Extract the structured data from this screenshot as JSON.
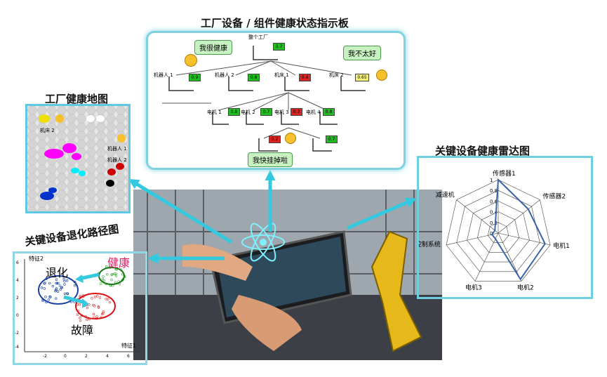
{
  "titles": {
    "tree": "工厂设备 / 组件健康状态指示板",
    "heatmap": "工厂健康地图",
    "path": "关键设备退化路径图",
    "radar": "关键设备健康雷达图"
  },
  "tree": {
    "root": {
      "label": "整个工厂",
      "value": "0.7",
      "color": "#22bb22"
    },
    "level1": [
      {
        "label": "机器人 1",
        "value": "0.9",
        "color": "#22bb22"
      },
      {
        "label": "机器人 2",
        "value": "0.8",
        "color": "#22bb22"
      },
      {
        "label": "机床 1",
        "value": "0.4",
        "color": "#dd2222"
      },
      {
        "label": "机床 2",
        "value": "0.65",
        "color": "#f5f07a"
      }
    ],
    "level2": [
      {
        "label": "电机 1",
        "value": "0.8",
        "color": "#22bb22"
      },
      {
        "label": "电机 2",
        "value": "0.7",
        "color": "#22bb22"
      },
      {
        "label": "电机 3",
        "value": "0.3",
        "color": "#dd2222"
      },
      {
        "label": "电机 4",
        "value": "0.8",
        "color": "#22bb22"
      }
    ],
    "level3": [
      {
        "value": "0.2",
        "color": "#dd2222"
      },
      {
        "value": "0.7",
        "color": "#22bb22"
      }
    ],
    "bubbles": {
      "healthy": "我很健康",
      "unwell": "我不太好",
      "dying": "我快挂掉啦"
    }
  },
  "heatmap": {
    "labels": [
      "机床 2",
      "机器人 1",
      "机器人 2"
    ]
  },
  "path": {
    "labels": {
      "degrade": "退化",
      "healthy": "健康",
      "fault": "故障",
      "f1": "特征1",
      "f2": "特征2"
    },
    "y_ticks": [
      "6",
      "4",
      "2",
      "0",
      "-2",
      "-4"
    ],
    "x_ticks": [
      "-2",
      "0",
      "2",
      "4",
      "6"
    ]
  },
  "chart_data": {
    "type": "radar",
    "title": "关键设备健康雷达图",
    "categories": [
      "传感器1",
      "传感器2",
      "电机1",
      "电机2",
      "电机3",
      "控制系统",
      "减速机"
    ],
    "values": [
      1.0,
      0.72,
      0.9,
      0.96,
      0.12,
      0.12,
      0.08
    ],
    "rlim": [
      0,
      1
    ],
    "r_ticks": [
      "0",
      "0.2",
      "0.4",
      "0.6",
      "0.8",
      "1"
    ],
    "colors": {
      "series": "#3a64a8",
      "grid": "#444444"
    }
  }
}
